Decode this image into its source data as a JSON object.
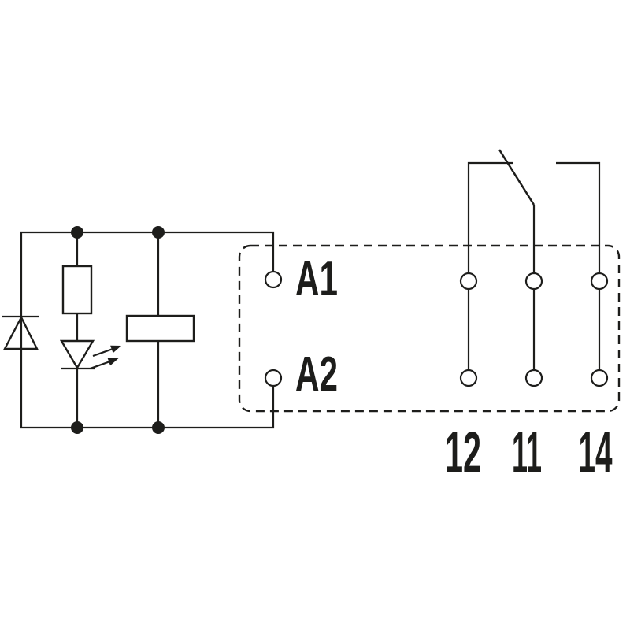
{
  "diagram": {
    "name": "relay-module-wiring-schematic",
    "background_color": "#ffffff",
    "line_color": "#1d1d1b",
    "coil_terminals": {
      "a1": "A1",
      "a2": "A2"
    },
    "contact_terminals": {
      "nc": "12",
      "com": "11",
      "no": "14"
    },
    "symbols": [
      "protection-diode",
      "resistor",
      "led-indicator",
      "relay-coil",
      "changeover-contact",
      "relay-body-dashed-outline"
    ]
  }
}
